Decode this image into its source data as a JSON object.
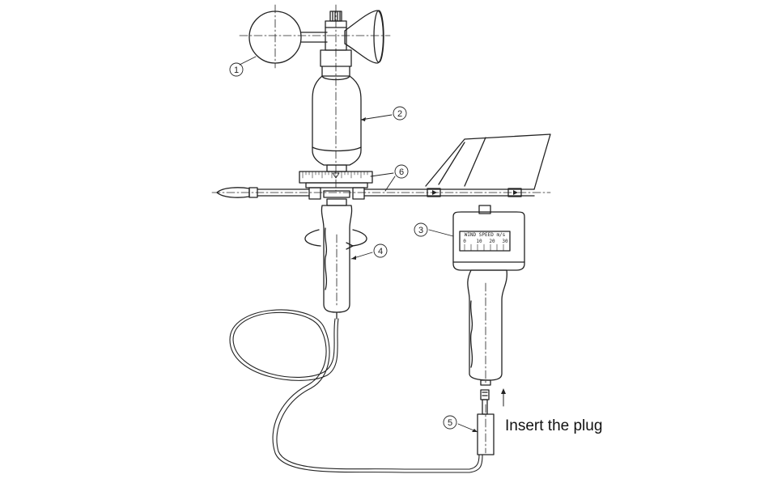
{
  "callouts": [
    {
      "number": "1",
      "part": "cup rotor"
    },
    {
      "number": "2",
      "part": "sensor body"
    },
    {
      "number": "6",
      "part": "direction scale and vane arm"
    },
    {
      "number": "3",
      "part": "indicator"
    },
    {
      "number": "4",
      "part": "handle"
    },
    {
      "number": "5",
      "part": "plug"
    }
  ],
  "meter": {
    "label": "WIND SPEED m/s",
    "ticks": [
      "0",
      "10",
      "20",
      "30"
    ]
  },
  "instruction": "Insert the plug",
  "colors": {
    "line": "#222222",
    "background": "#ffffff"
  }
}
